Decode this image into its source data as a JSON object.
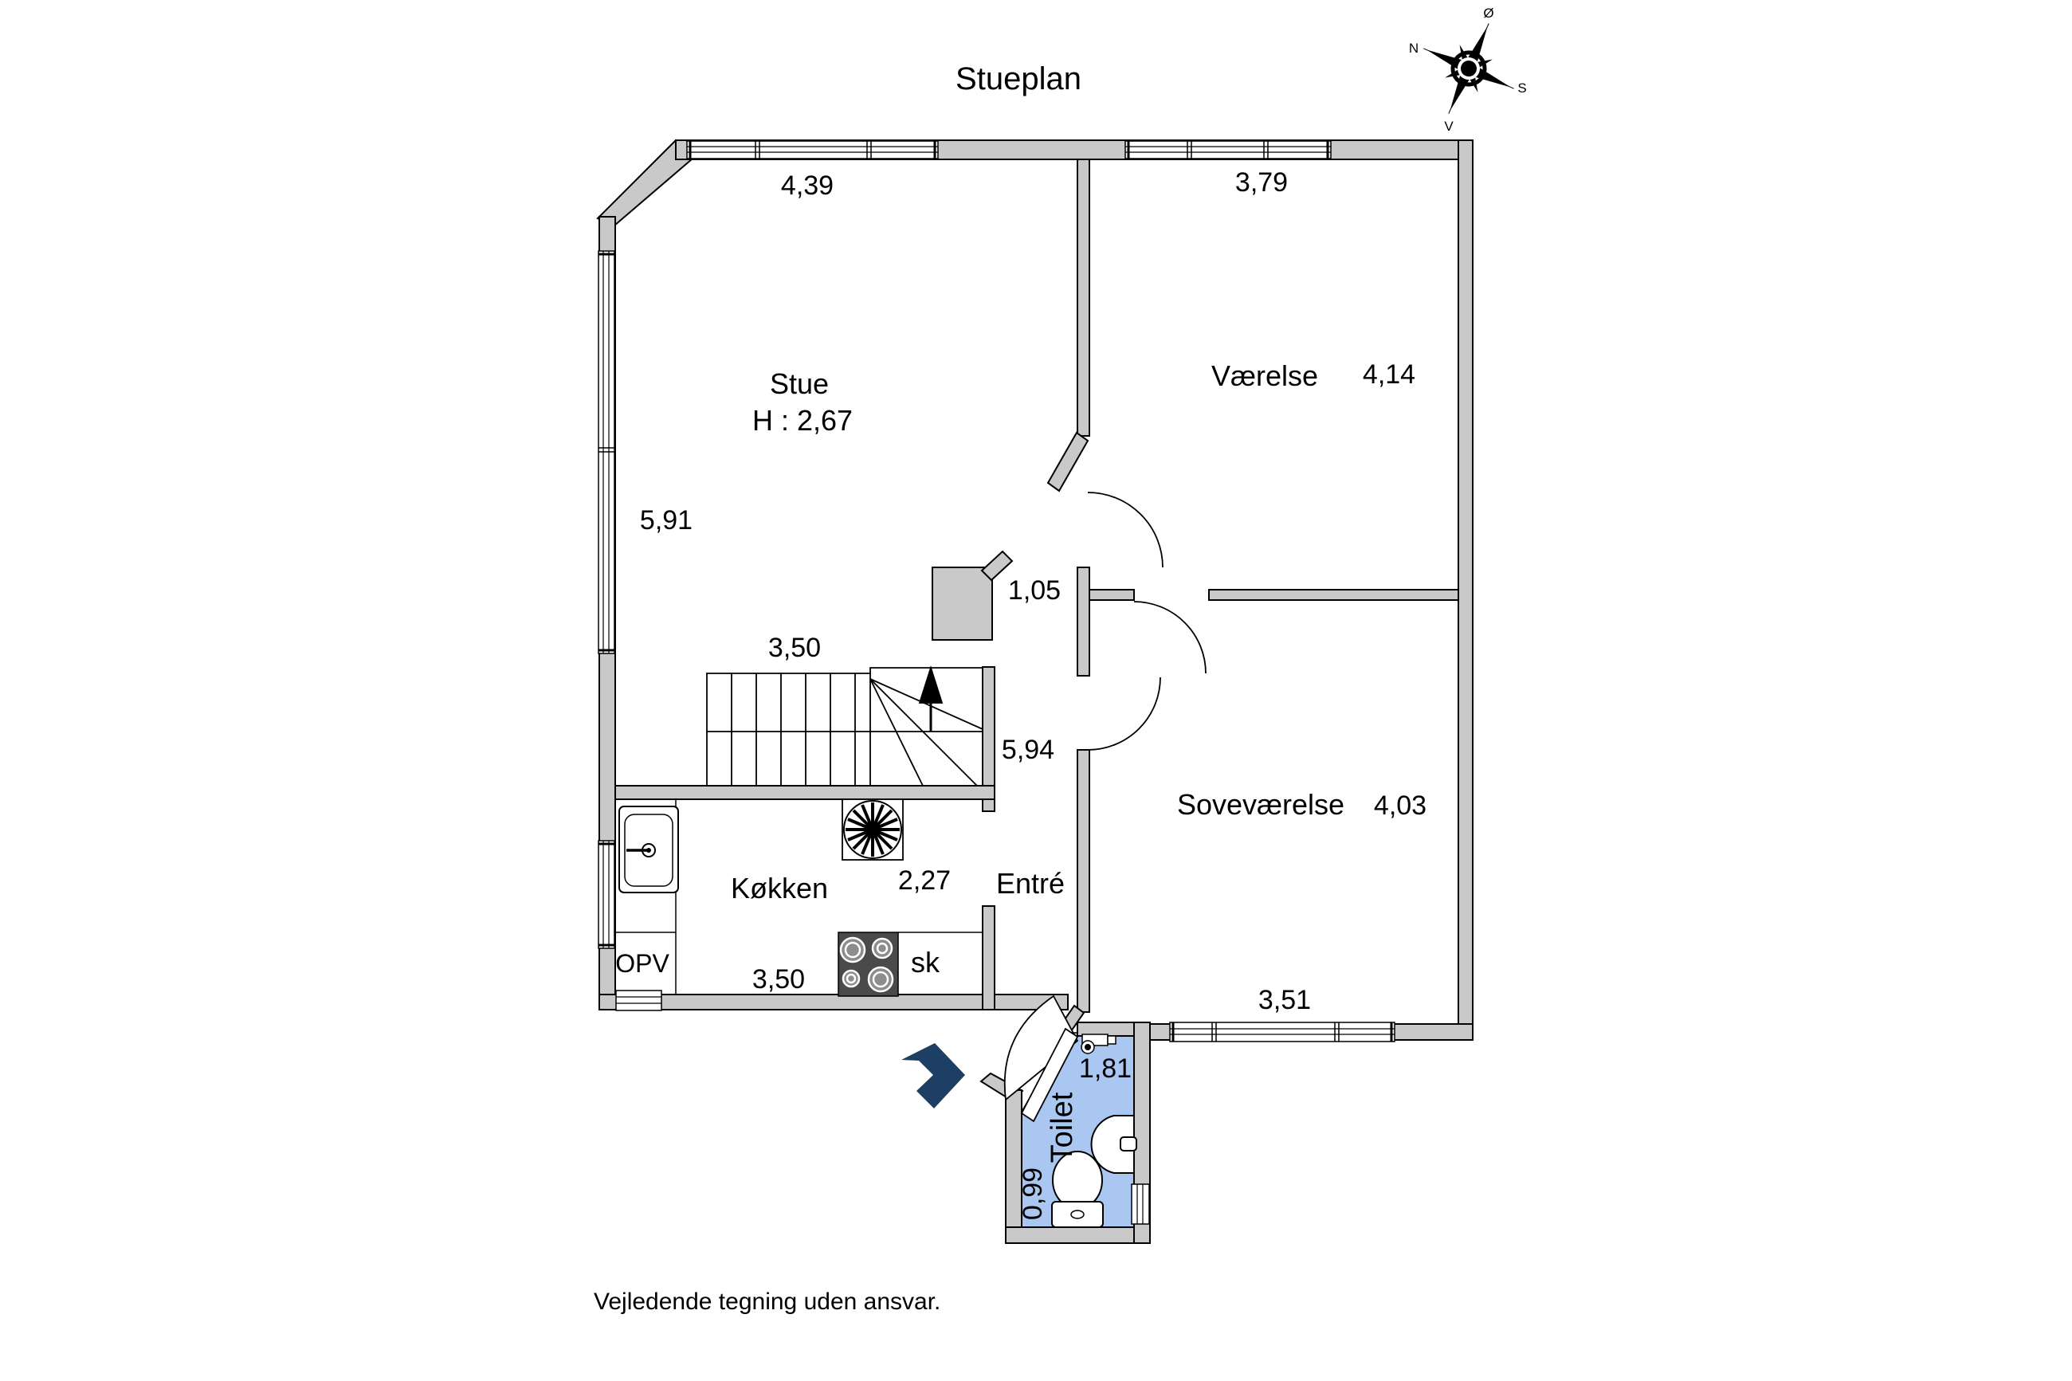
{
  "title": "Stueplan",
  "disclaimer": "Vejledende tegning uden ansvar.",
  "compass": {
    "n": "N",
    "e": "Ø",
    "s": "S",
    "v": "V"
  },
  "rooms": {
    "stue": {
      "label": "Stue",
      "height_note": "H : 2,67"
    },
    "vaerelse": {
      "label": "Værelse"
    },
    "sovevaerelse": {
      "label": "Soveværelse"
    },
    "koekken": {
      "label": "Køkken"
    },
    "entre": {
      "label": "Entré"
    },
    "toilet": {
      "label": "Toilet"
    }
  },
  "fixtures": {
    "opv": "OPV",
    "sk": "sk"
  },
  "dims": {
    "stue_top": "4,39",
    "stue_left": "5,91",
    "stair_width": "3,50",
    "hall_opening": "1,05",
    "hall_length": "5,94",
    "koekken_depth": "2,27",
    "koekken_width": "3,50",
    "vaerelse_top": "3,79",
    "vaerelse_width": "4,14",
    "sovevaerelse_width": "4,03",
    "sovevaerelse_bottom": "3,51",
    "toilet_width": "1,81",
    "toilet_depth": "0,99"
  },
  "colors": {
    "wall": "#c9c9c9",
    "outline": "#000000",
    "toilet_room": "#a9c7f0",
    "entrance_arrow": "#1d3f63",
    "stove": "#4a4a4a",
    "background": "#ffffff"
  }
}
